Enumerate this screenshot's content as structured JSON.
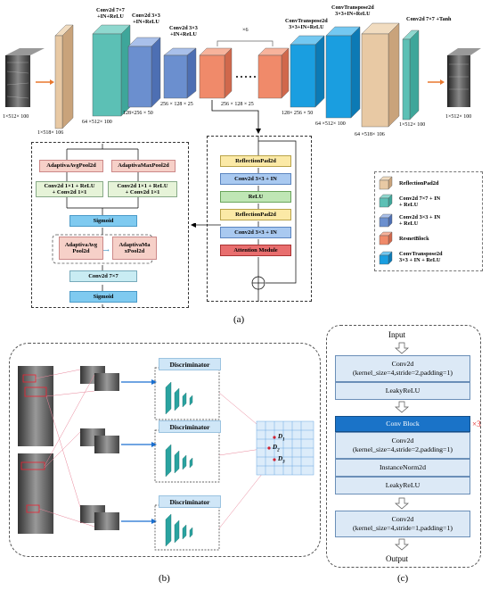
{
  "generator": {
    "layer_labels": {
      "conv7": "Conv2d 7×7\n+IN+ReLU",
      "conv3a": "Conv2d 3×3\n+IN+ReLU",
      "conv3b": "Conv2d 3×3\n+IN+ReLU",
      "x6": "×6",
      "convt1": "ConvTranspose2d\n3×3+IN+ReLU",
      "convt2": "ConvTranspose2d\n3×3+IN+ReLU",
      "conv7tanh": "Conv2d 7×7 +Tanh"
    },
    "dims": {
      "input": "1×512× 100",
      "pad_in": "1×518× 106",
      "c1": "64 ×512× 100",
      "c2": "128×256 × 50",
      "c3": "256 × 128 × 25",
      "res": "256 × 128 × 25",
      "t1": "128× 256 × 50",
      "t2": "64 ×512× 100",
      "pad_out": "64 ×518× 106",
      "c_out": "1×512× 100",
      "output": "1×512× 100"
    }
  },
  "attention": {
    "avg_pool": "AdaptivaAvgPool2d",
    "max_pool": "AdaptivaMaxPool2d",
    "conv_left": "Conv2d 1×1 + ReLU\n+ Conv2d 1×1",
    "conv_right": "Conv2d 1×1 + ReLU\n+ Conv2d 1×1",
    "sigmoid1": "Sigmoid",
    "avg_pool2": "AdaptivaAvg\nPool2d",
    "max_pool2": "AdaptivaMa\nxPool2d",
    "conv7": "Conv2d 7×7",
    "sigmoid2": "Sigmoid"
  },
  "resnet_block": {
    "pad1": "ReflectionPad2d",
    "conv1": "Conv2d 3×3 + IN",
    "relu": "ReLU",
    "pad2": "ReflectionPad2d",
    "conv2": "Conv2d 3×3 + IN",
    "attention": "Attention Module"
  },
  "legend": [
    {
      "label": "ReflectionPad2d",
      "color": "#e8c9a4"
    },
    {
      "label": "Conv2d 7×7 + IN\n+ ReLU",
      "color": "#5cc0b5"
    },
    {
      "label": "Conv2d 3×3 + IN\n+ ReLU",
      "color": "#6b8fcf"
    },
    {
      "label": "ResnetBlock",
      "color": "#f08a6a"
    },
    {
      "label": "ConvTranspose2d\n3×3 + IN + ReLU",
      "color": "#1a9ee0"
    }
  ],
  "caption_a": "(a)",
  "discriminator": {
    "labels": [
      "Discriminator",
      "Discriminator",
      "Discriminator"
    ],
    "outputs": [
      "D1",
      "D2",
      "D3"
    ]
  },
  "caption_b": "(b)",
  "disc_arch": {
    "input": "Input",
    "conv1": "Conv2d\n(kernel_size=4,stride=2,padding=1)",
    "leaky1": "LeakyReLU",
    "conv_block": "Conv Block",
    "repeat": "×3",
    "conv2": "Conv2d\n(kernel_size=4,stride=2,padding=1)",
    "inorm": "InstanceNorm2d",
    "leaky2": "LeakyReLU",
    "conv3": "Conv2d\n(kernel_size=4,stride=1,padding=1)",
    "output": "Output"
  },
  "caption_c": "(c)",
  "colors": {
    "pad": "#e8c9a4",
    "conv7": "#5cc0b5",
    "conv3": "#6b8fcf",
    "res": "#f08a6a",
    "convt": "#1a9ee0",
    "arrow": "#e8772e",
    "attention": "#e86e6e",
    "conv_block": "#1a73c8",
    "repeat": "#e02020"
  }
}
